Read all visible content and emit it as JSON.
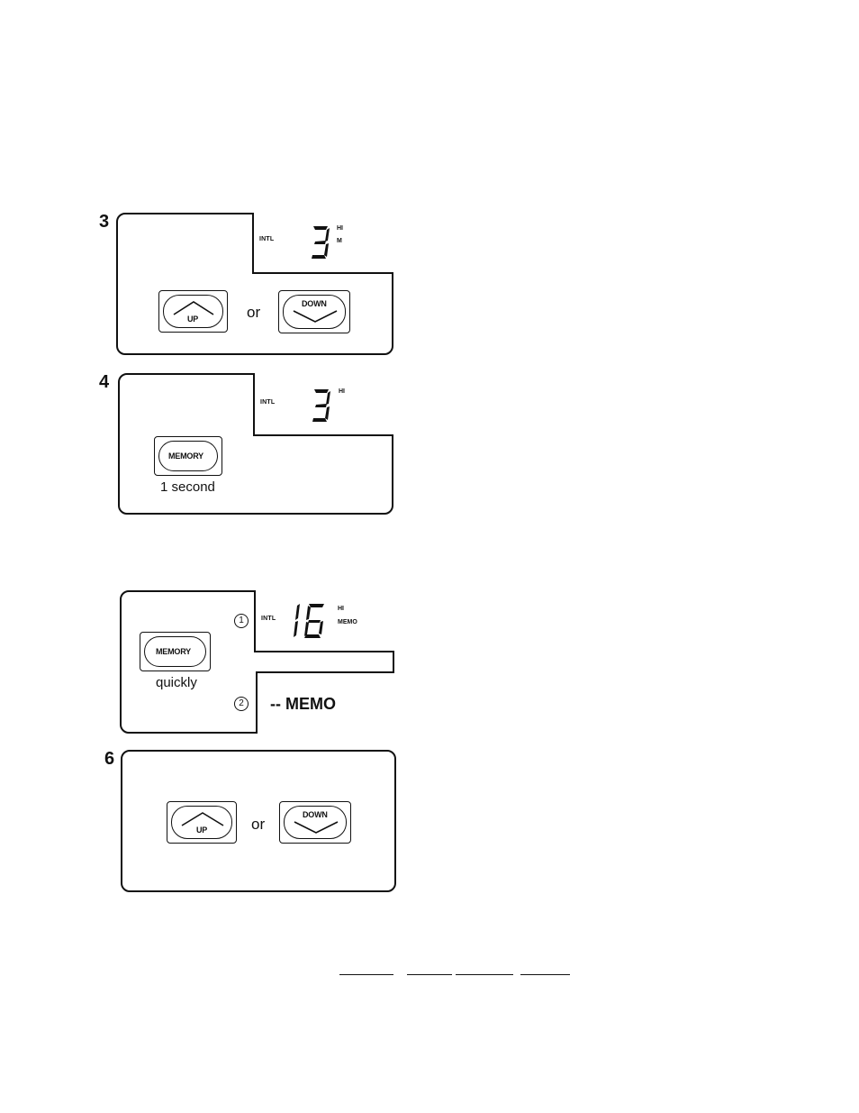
{
  "steps": {
    "s3": {
      "number": "3",
      "lcd_intl": "INTL",
      "lcd_digit": "3",
      "lcd_ind1": "HI",
      "lcd_ind2": "M",
      "up_label": "UP",
      "down_label": "DOWN",
      "or_text": "or"
    },
    "s4": {
      "number": "4",
      "lcd_intl": "INTL",
      "lcd_digit": "3",
      "lcd_ind1": "HI",
      "memory_label": "MEMORY",
      "caption": "1 second"
    },
    "s5": {
      "lcd_intl": "INTL",
      "lcd_digit": "16",
      "lcd_ind1": "HI",
      "lcd_ind2": "MEMO",
      "memory_label": "MEMORY",
      "caption": "quickly",
      "circle1": "1",
      "circle2": "2",
      "memo_text": "-- MEMO"
    },
    "s6": {
      "number": "6",
      "up_label": "UP",
      "down_label": "DOWN",
      "or_text": "or"
    }
  }
}
